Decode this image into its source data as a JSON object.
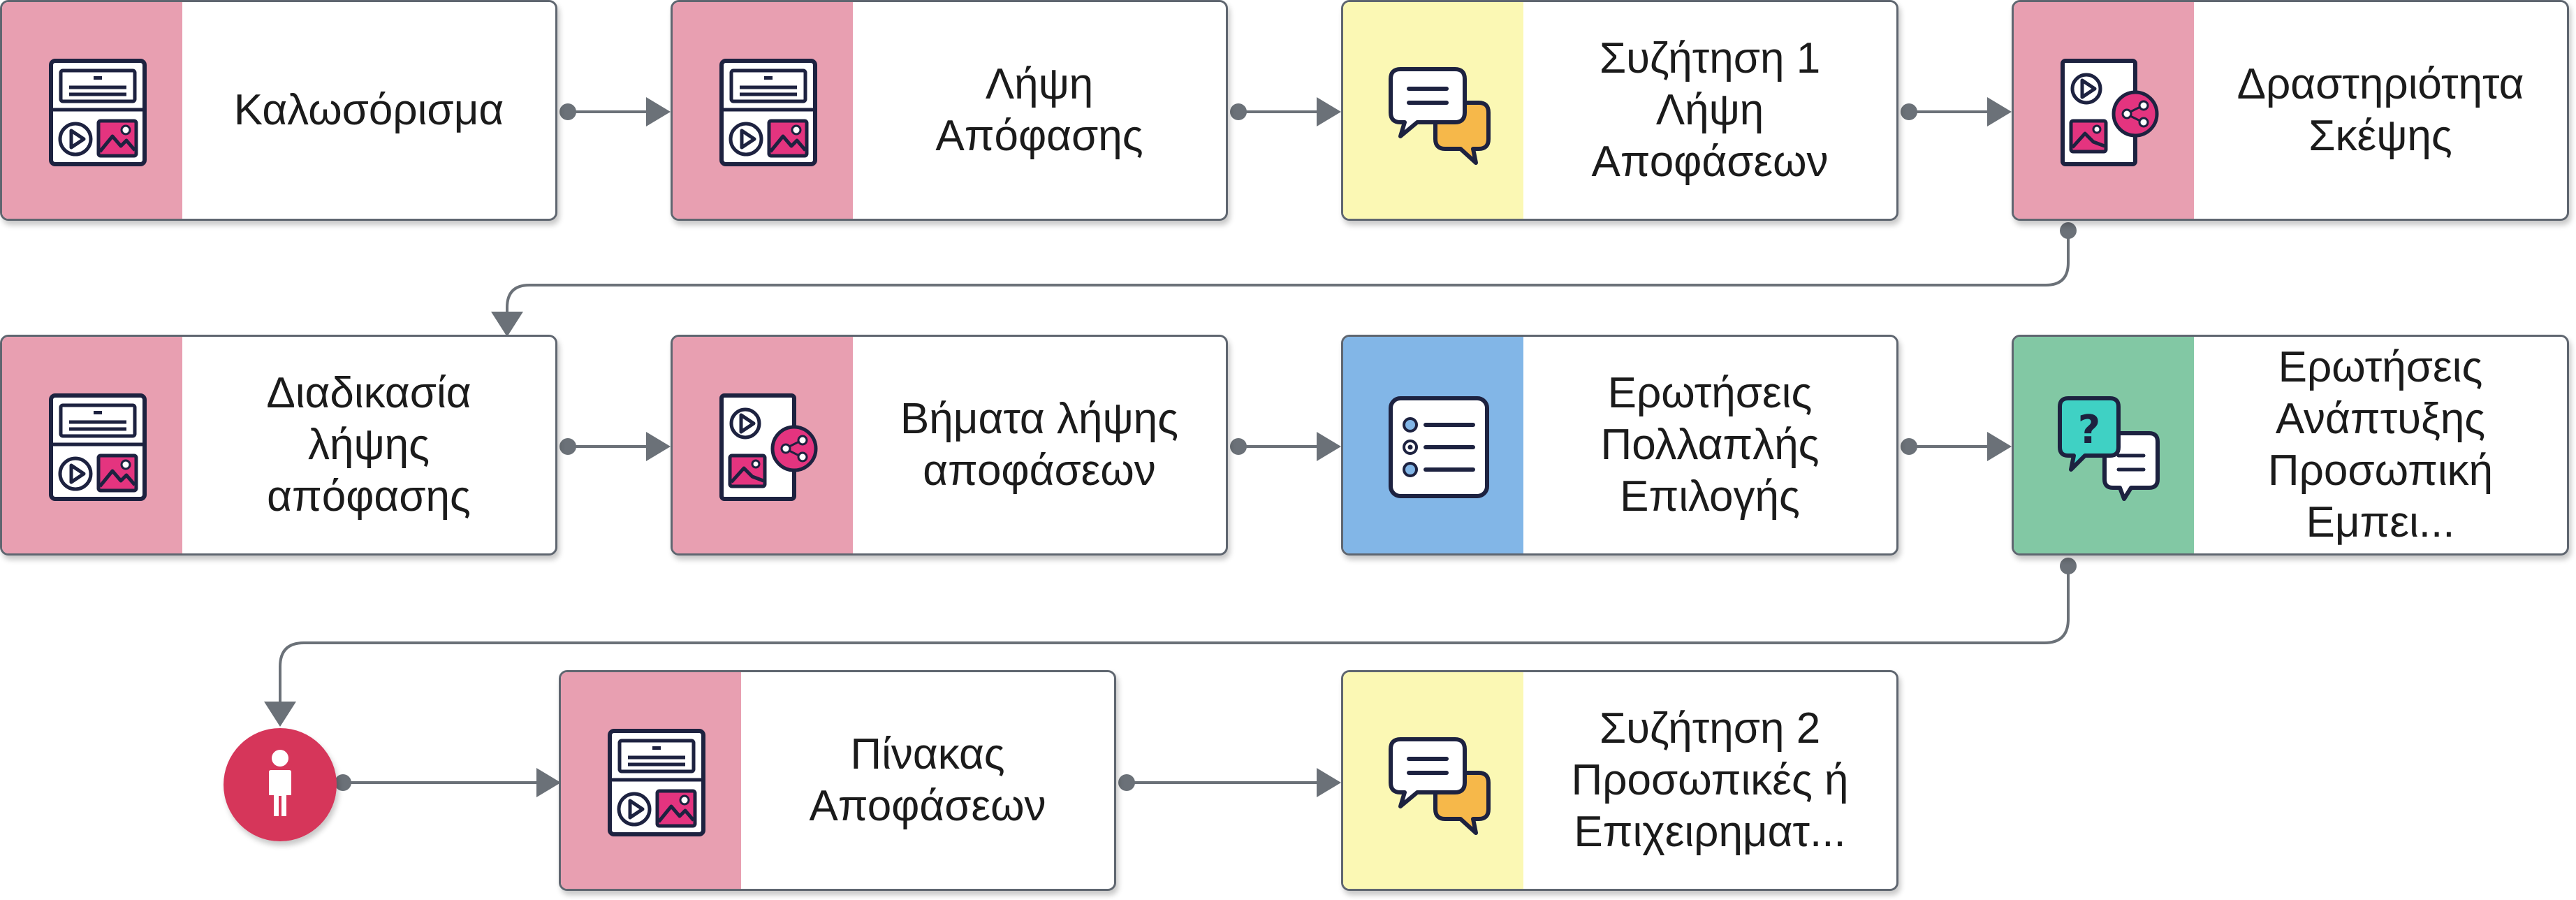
{
  "colors": {
    "pink": "#e89fb1",
    "yellow": "#fbf8b4",
    "blue": "#82b6e7",
    "green": "#82c8a4",
    "icon_accent": "#e4347f",
    "connector": "#6b7178",
    "start_node": "#d6365a"
  },
  "nodes": [
    {
      "id": "welcome",
      "color": "pink",
      "icon": "media-page-icon",
      "lines": [
        "Καλωσόρισμα"
      ]
    },
    {
      "id": "decision-making",
      "color": "pink",
      "icon": "media-page-icon",
      "lines": [
        "Λήψη",
        "Απόφασης"
      ]
    },
    {
      "id": "discussion-1",
      "color": "yellow",
      "icon": "chat-bubbles-icon",
      "lines": [
        "Συζήτηση 1",
        "Λήψη",
        "Αποφάσεων"
      ]
    },
    {
      "id": "thinking-activity",
      "color": "pink",
      "icon": "share-media-icon",
      "lines": [
        "Δραστηριότητα",
        "Σκέψης"
      ]
    },
    {
      "id": "decision-process",
      "color": "pink",
      "icon": "media-page-icon",
      "lines": [
        "Διαδικασία",
        "λήψης",
        "απόφασης"
      ]
    },
    {
      "id": "decision-steps",
      "color": "pink",
      "icon": "share-media-icon",
      "lines": [
        "Βήματα λήψης",
        "αποφάσεων"
      ]
    },
    {
      "id": "multiple-choice",
      "color": "blue",
      "icon": "list-icon",
      "lines": [
        "Ερωτήσεις",
        "Πολλαπλής",
        "Επιλογής"
      ]
    },
    {
      "id": "open-questions",
      "color": "green",
      "icon": "question-chat-icon",
      "lines": [
        "Ερωτήσεις",
        "Ανάπτυξης",
        "Προσωπική",
        "Εμπει..."
      ]
    },
    {
      "id": "decision-board",
      "color": "pink",
      "icon": "media-page-icon",
      "lines": [
        "Πίνακας",
        "Αποφάσεων"
      ]
    },
    {
      "id": "discussion-2",
      "color": "yellow",
      "icon": "chat-bubbles-icon",
      "lines": [
        "Συζήτηση 2",
        "Προσωπικές ή",
        "Επιχειρηματ..."
      ]
    }
  ],
  "start_node": {
    "icon": "person-icon"
  }
}
